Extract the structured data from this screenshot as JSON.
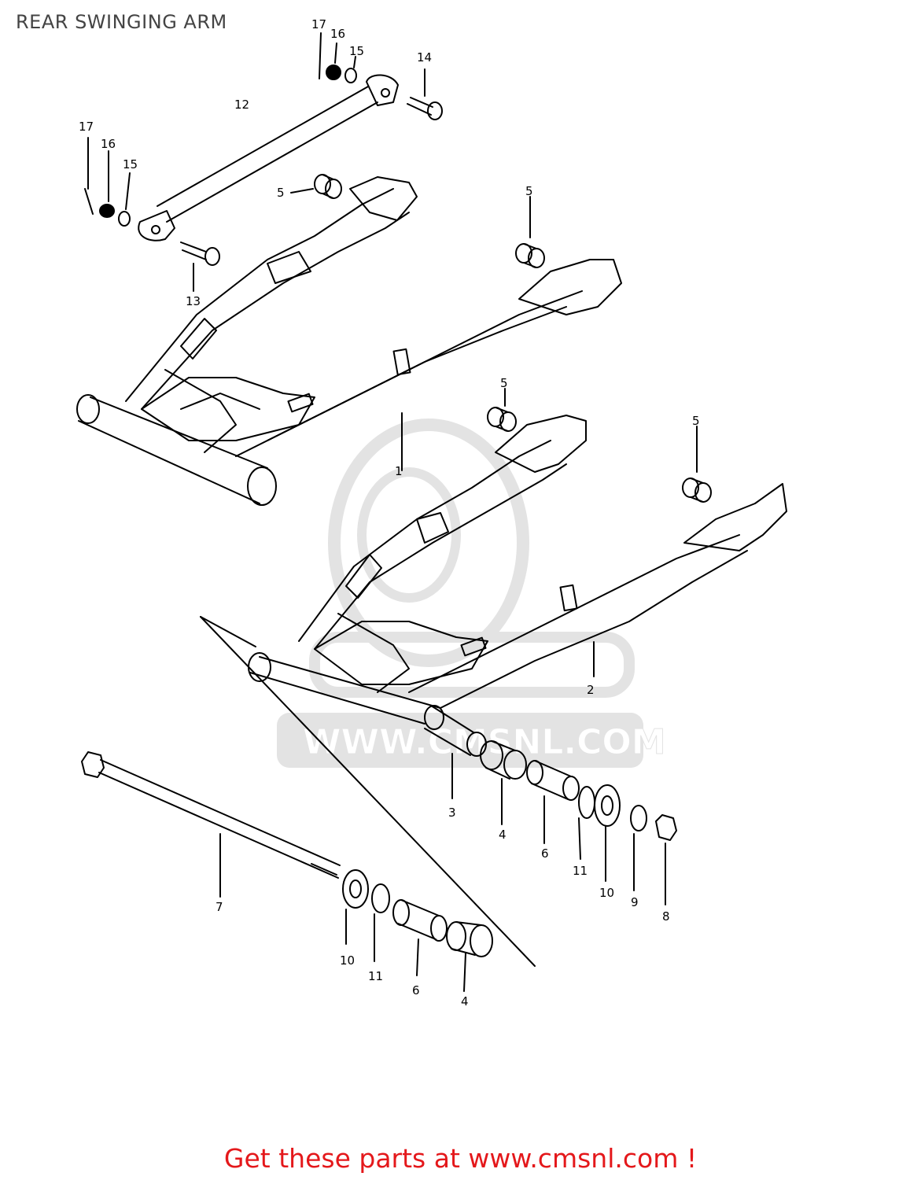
{
  "title": "REAR SWINGING ARM",
  "footer": {
    "text": "Get these parts at www.cmsnl.com !"
  },
  "watermark": {
    "url_text": "WWW.CMSNL.COM"
  },
  "colors": {
    "footer": "#e4181b",
    "title": "#444444",
    "line": "#000000",
    "watermark": "#e3e3e3"
  },
  "callouts": {
    "n1": "1",
    "n2": "2",
    "n3": "3",
    "n4a": "4",
    "n4b": "4",
    "n5a": "5",
    "n5b": "5",
    "n5c": "5",
    "n5d": "5",
    "n6a": "6",
    "n6b": "6",
    "n7": "7",
    "n8": "8",
    "n9": "9",
    "n10a": "10",
    "n10b": "10",
    "n11a": "11",
    "n11b": "11",
    "n12": "12",
    "n13": "13",
    "n14": "14",
    "n15a": "15",
    "n15b": "15",
    "n16a": "16",
    "n16b": "16",
    "n17a": "17",
    "n17b": "17"
  }
}
